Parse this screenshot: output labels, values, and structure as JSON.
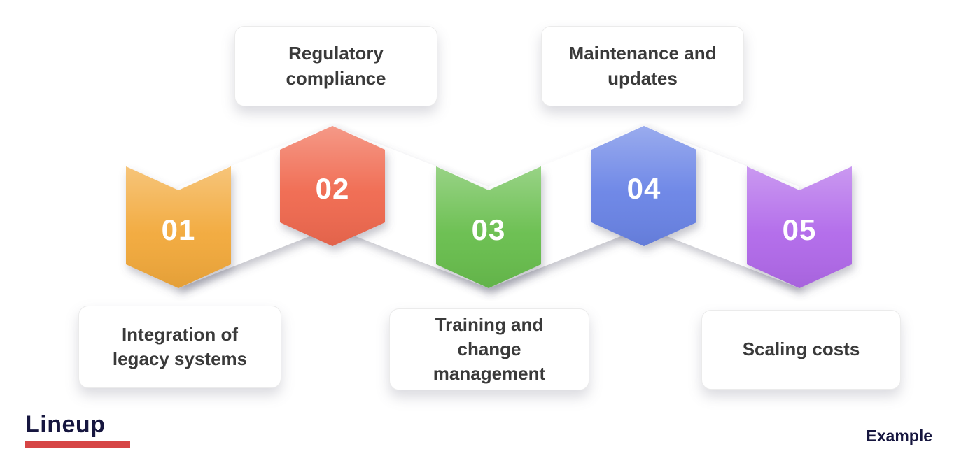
{
  "steps": [
    {
      "number": "01",
      "label": "Integration of legacy systems",
      "color": "#F2A93B"
    },
    {
      "number": "02",
      "label": "Regulatory compliance",
      "color": "#F0694F"
    },
    {
      "number": "03",
      "label": "Training and change management",
      "color": "#67BE4D"
    },
    {
      "number": "04",
      "label": "Maintenance and updates",
      "color": "#6A84E6"
    },
    {
      "number": "05",
      "label": "Scaling costs",
      "color": "#B169EA"
    }
  ],
  "branding": {
    "logo_text": "Lineup",
    "logo_color": "#16163F",
    "logo_underline_color": "#D64545",
    "footer_text": "Example",
    "footer_color": "#16163F"
  }
}
